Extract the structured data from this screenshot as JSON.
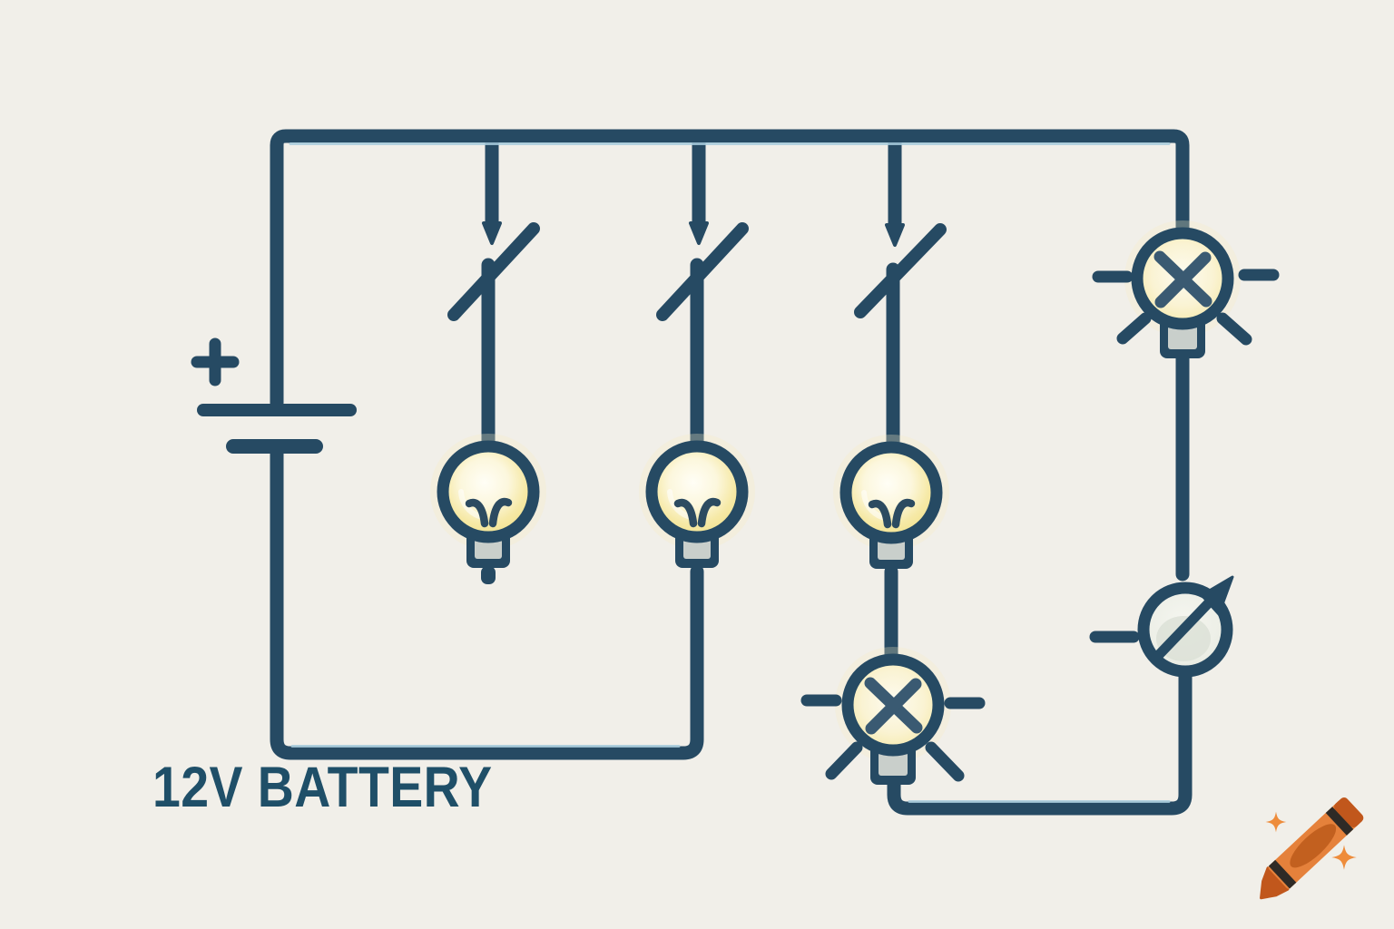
{
  "page": {
    "title": "Hand-drawn parallel circuit diagram",
    "background": "#F1EFE9"
  },
  "battery": {
    "label": "12V BATTERY",
    "plus_symbol": "+",
    "voltage": "12V"
  },
  "colors": {
    "wire": "#264A63",
    "wire_highlight": "#A9CDDD",
    "bulb_ring": "#264A63",
    "bulb_yellow": "#F2E28D",
    "bulb_core": "#FFFEF6",
    "burned_x_mark": "#3A5A72",
    "socket_gray": "#C9CFCB",
    "dial_fill": "#EDEFE7",
    "dial_blob": "#DBE0D6",
    "label_text": "#1F4F68",
    "crayon_body_orange": "#E5813B",
    "crayon_dark_orange": "#C1571C",
    "crayon_oval": "#C2601F",
    "crayon_stripe": "#2E2A26",
    "sparkle_orange": "#EE8C3B"
  },
  "components": {
    "battery_symbol": "two-plate battery with plus terminal",
    "switches": [
      {
        "id": "switch-1",
        "state": "open"
      },
      {
        "id": "switch-2",
        "state": "open"
      },
      {
        "id": "switch-3",
        "state": "open"
      }
    ],
    "lit_bulbs": [
      "bulb-1",
      "bulb-2",
      "bulb-3"
    ],
    "burned_out_bulbs": [
      "bulb-4-bottom",
      "bulb-5-right"
    ],
    "dial": "rotary-dial-with-arrow",
    "watermark": "orange-crayon-with-sparkles"
  }
}
